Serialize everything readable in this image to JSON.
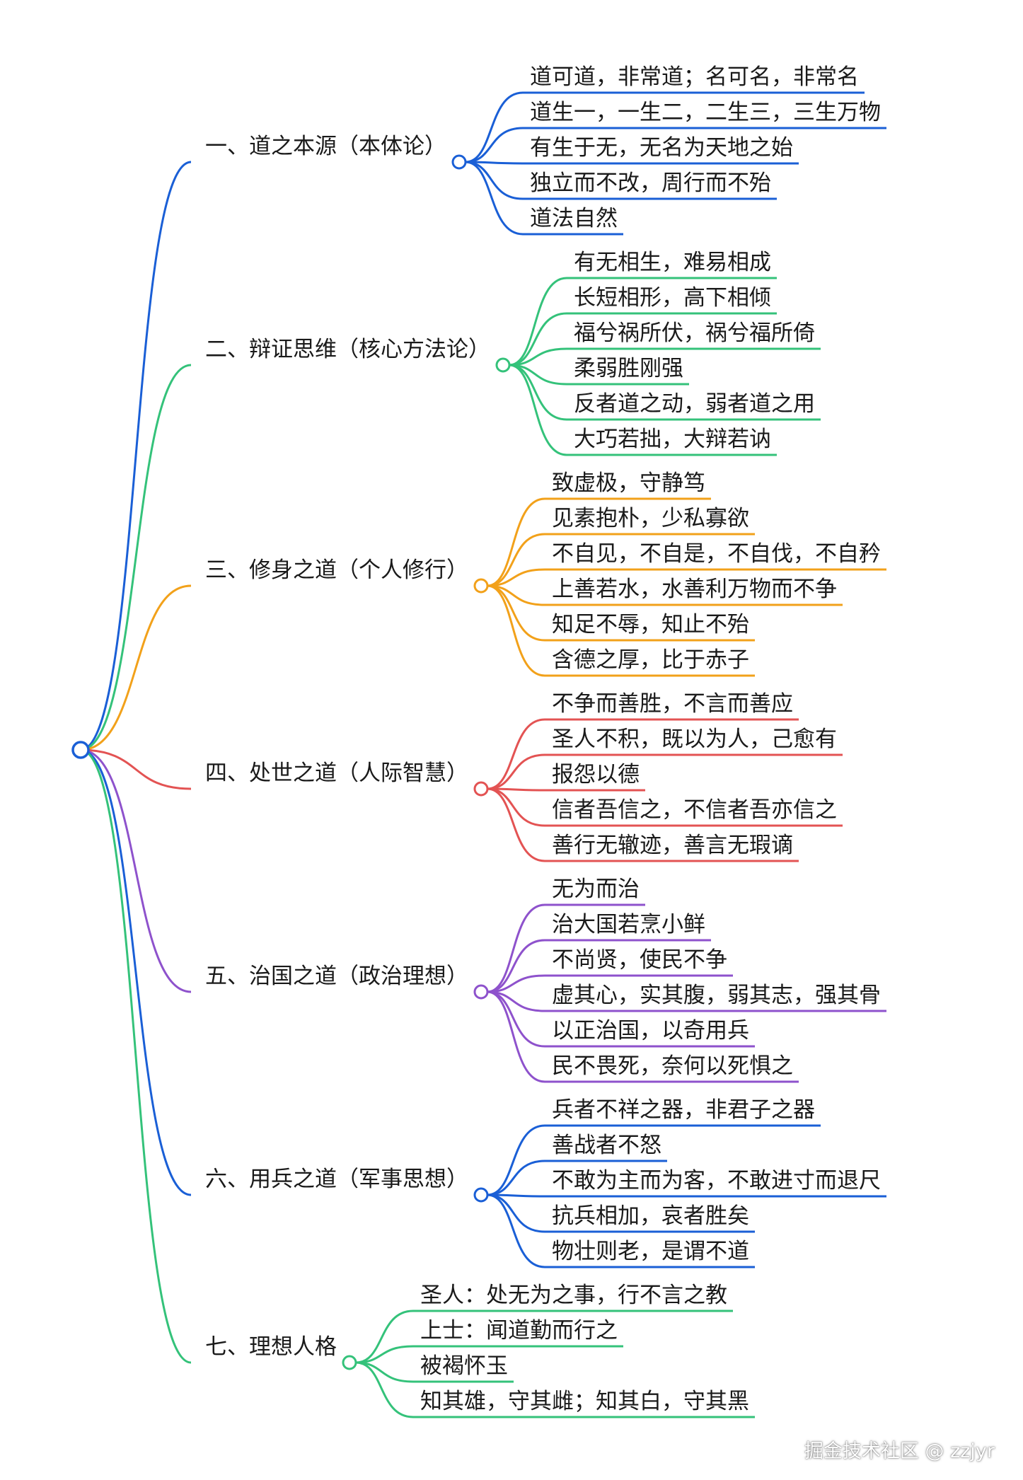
{
  "branches": [
    {
      "label": "一、道之本源（本体论）",
      "color": "#1a5fd6",
      "children": [
        "道可道，非常道；名可名，非常名",
        "道生一，一生二，二生三，三生万物",
        "有生于无，无名为天地之始",
        "独立而不改，周行而不殆",
        "道法自然"
      ]
    },
    {
      "label": "二、辩证思维（核心方法论）",
      "color": "#34c27a",
      "children": [
        "有无相生，难易相成",
        "长短相形，高下相倾",
        "福兮祸所伏，祸兮福所倚",
        "柔弱胜刚强",
        "反者道之动，弱者道之用",
        "大巧若拙，大辩若讷"
      ]
    },
    {
      "label": "三、修身之道（个人修行）",
      "color": "#f2a11a",
      "children": [
        "致虚极，守静笃",
        "见素抱朴，少私寡欲",
        "不自见，不自是，不自伐，不自矜",
        "上善若水，水善利万物而不争",
        "知足不辱，知止不殆",
        "含德之厚，比于赤子"
      ]
    },
    {
      "label": "四、处世之道（人际智慧）",
      "color": "#e35353",
      "children": [
        "不争而善胜，不言而善应",
        "圣人不积，既以为人，己愈有",
        "报怨以德",
        "信者吾信之，不信者吾亦信之",
        "善行无辙迹，善言无瑕谪"
      ]
    },
    {
      "label": "五、治国之道（政治理想）",
      "color": "#8e52cc",
      "children": [
        "无为而治",
        "治大国若烹小鲜",
        "不尚贤，使民不争",
        "虚其心，实其腹，弱其志，强其骨",
        "以正治国，以奇用兵",
        "民不畏死，奈何以死惧之"
      ]
    },
    {
      "label": "六、用兵之道（军事思想）",
      "color": "#1a5fd6",
      "children": [
        "兵者不祥之器，非君子之器",
        "善战者不怒",
        "不敢为主而为客，不敢进寸而退尺",
        "抗兵相加，哀者胜矣",
        "物壮则老，是谓不道"
      ]
    },
    {
      "label": "七、理想人格",
      "color": "#34c27a",
      "children": [
        "圣人：处无为之事，行不言之教",
        "上士：闻道勤而行之",
        "被褐怀玉",
        "知其雄，守其雌；知其白，守其黑"
      ]
    }
  ],
  "root_color": "#1a5fd6",
  "watermark": "掘金技术社区 @ zzjyr"
}
